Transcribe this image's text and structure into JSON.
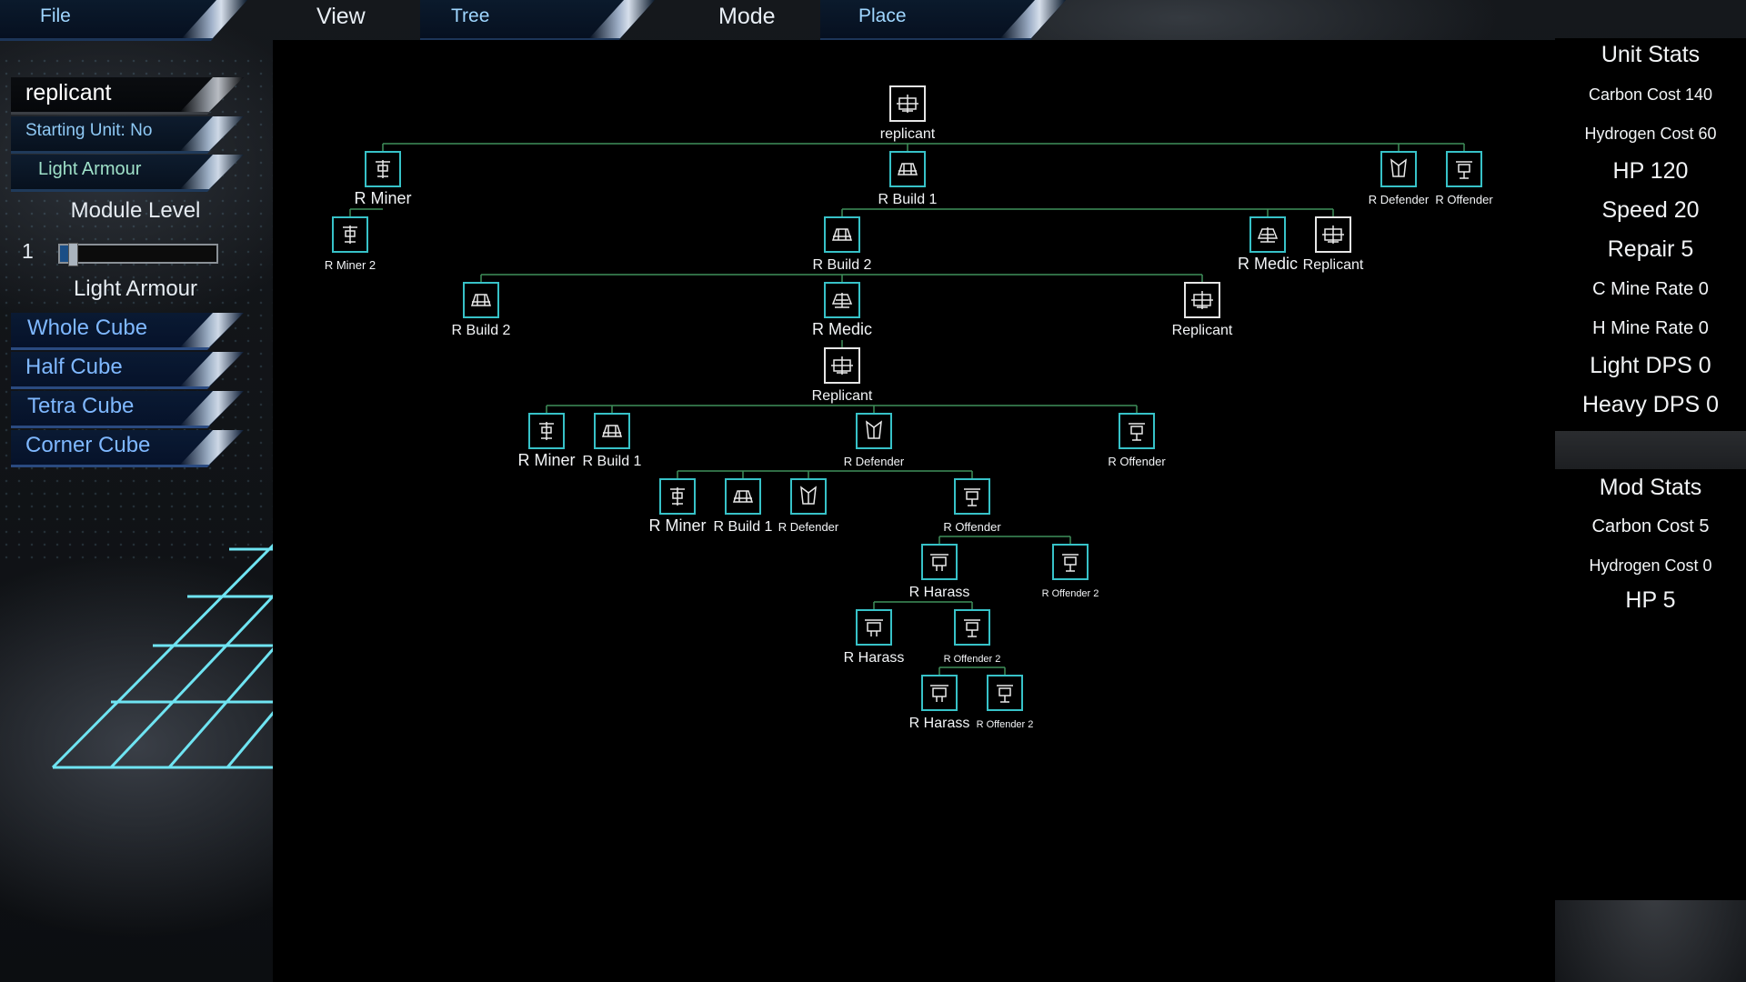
{
  "menu": {
    "file": "File",
    "view": "View",
    "tree": "Tree",
    "mode": "Mode",
    "place": "Place"
  },
  "left": {
    "unit_name": "replicant",
    "starting_unit": "Starting Unit: No",
    "armour_type": "Light Armour",
    "module_level_label": "Module Level",
    "module_level_value": "1",
    "module_level_fraction": 0.05,
    "selected_module": "Light Armour",
    "cubes": [
      "Whole Cube",
      "Half Cube",
      "Tetra Cube",
      "Corner Cube"
    ]
  },
  "tree": {
    "nodes": [
      {
        "id": "n0",
        "label": "replicant",
        "icon": "replicant-icon",
        "size": "m",
        "border": "white"
      },
      {
        "id": "n1",
        "label": "R Miner",
        "icon": "miner-icon",
        "size": "l",
        "border": "cyan",
        "parent": "n0"
      },
      {
        "id": "n2",
        "label": "R Build 1",
        "icon": "builder-icon",
        "size": "m",
        "border": "cyan",
        "parent": "n0"
      },
      {
        "id": "n3",
        "label": "R Defender",
        "icon": "defender-icon",
        "size": "s",
        "border": "cyan",
        "parent": "n0"
      },
      {
        "id": "n4",
        "label": "R Offender",
        "icon": "offender-icon",
        "size": "s",
        "border": "cyan",
        "parent": "n0"
      },
      {
        "id": "n5",
        "label": "R Miner 2",
        "icon": "miner-icon",
        "size": "s",
        "border": "cyan",
        "parent": "n1"
      },
      {
        "id": "n6",
        "label": "R Build 2",
        "icon": "builder-icon",
        "size": "m",
        "border": "cyan",
        "parent": "n2"
      },
      {
        "id": "n7",
        "label": "R Medic",
        "icon": "medic-icon",
        "size": "l",
        "border": "cyan",
        "parent": "n2"
      },
      {
        "id": "n8",
        "label": "Replicant",
        "icon": "replicant-icon",
        "size": "m",
        "border": "white",
        "parent": "n2"
      },
      {
        "id": "n9",
        "label": "R Build 2",
        "icon": "builder-icon",
        "size": "m",
        "border": "cyan",
        "parent": "n6"
      },
      {
        "id": "n10",
        "label": "R Medic",
        "icon": "medic-icon",
        "size": "l",
        "border": "cyan",
        "parent": "n6"
      },
      {
        "id": "n11",
        "label": "Replicant",
        "icon": "replicant-icon",
        "size": "m",
        "border": "white",
        "parent": "n6"
      },
      {
        "id": "n12",
        "label": "Replicant",
        "icon": "replicant-icon",
        "size": "m",
        "border": "white",
        "parent": "n10"
      },
      {
        "id": "n13",
        "label": "R Miner",
        "icon": "miner-icon",
        "size": "l",
        "border": "cyan",
        "parent": "n12"
      },
      {
        "id": "n14",
        "label": "R Build 1",
        "icon": "builder-icon",
        "size": "m",
        "border": "cyan",
        "parent": "n12"
      },
      {
        "id": "n15",
        "label": "R Defender",
        "icon": "defender-icon",
        "size": "s",
        "border": "cyan",
        "parent": "n12"
      },
      {
        "id": "n16",
        "label": "R Offender",
        "icon": "offender-icon",
        "size": "s",
        "border": "cyan",
        "parent": "n12"
      },
      {
        "id": "n17",
        "label": "R Miner",
        "icon": "miner-icon",
        "size": "l",
        "border": "cyan",
        "parent": "n15"
      },
      {
        "id": "n18",
        "label": "R Build 1",
        "icon": "builder-icon",
        "size": "m",
        "border": "cyan",
        "parent": "n15"
      },
      {
        "id": "n19",
        "label": "R Defender",
        "icon": "defender-icon",
        "size": "s",
        "border": "cyan",
        "parent": "n15"
      },
      {
        "id": "n20",
        "label": "R Offender",
        "icon": "offender-icon",
        "size": "s",
        "border": "cyan",
        "parent": "n15"
      },
      {
        "id": "n21",
        "label": "R Harass",
        "icon": "harass-icon",
        "size": "m",
        "border": "cyan",
        "parent": "n20"
      },
      {
        "id": "n22",
        "label": "R Offender 2",
        "icon": "offender-icon",
        "size": "xs",
        "border": "cyan",
        "parent": "n20"
      },
      {
        "id": "n23",
        "label": "R Harass",
        "icon": "harass-icon",
        "size": "m",
        "border": "cyan",
        "parent": "n21"
      },
      {
        "id": "n24",
        "label": "R Offender 2",
        "icon": "offender-icon",
        "size": "xs",
        "border": "cyan",
        "parent": "n21"
      },
      {
        "id": "n25",
        "label": "R Harass",
        "icon": "harass-icon",
        "size": "m",
        "border": "cyan",
        "parent": "n24"
      },
      {
        "id": "n26",
        "label": "R Offender 2",
        "icon": "offender-icon",
        "size": "xs",
        "border": "cyan",
        "parent": "n24"
      }
    ]
  },
  "unit_stats": {
    "title": "Unit Stats",
    "carbon_cost": "Carbon Cost 140",
    "hydrogen_cost": "Hydrogen Cost 60",
    "hp": "HP 120",
    "speed": "Speed 20",
    "repair": "Repair 5",
    "c_mine_rate": "C Mine Rate 0",
    "h_mine_rate": "H Mine Rate 0",
    "light_dps": "Light DPS 0",
    "heavy_dps": "Heavy DPS 0"
  },
  "mod_stats": {
    "title": "Mod Stats",
    "carbon_cost": "Carbon Cost 5",
    "hydrogen_cost": "Hydrogen Cost 0",
    "hp": "HP 5"
  },
  "colors": {
    "node_border_cyan": "#37c2c8",
    "node_border_white": "#e6e6e6",
    "connector": "#3f8f5a",
    "menu_text": "#9fd6ff",
    "cube_text": "#7fb8ff"
  }
}
